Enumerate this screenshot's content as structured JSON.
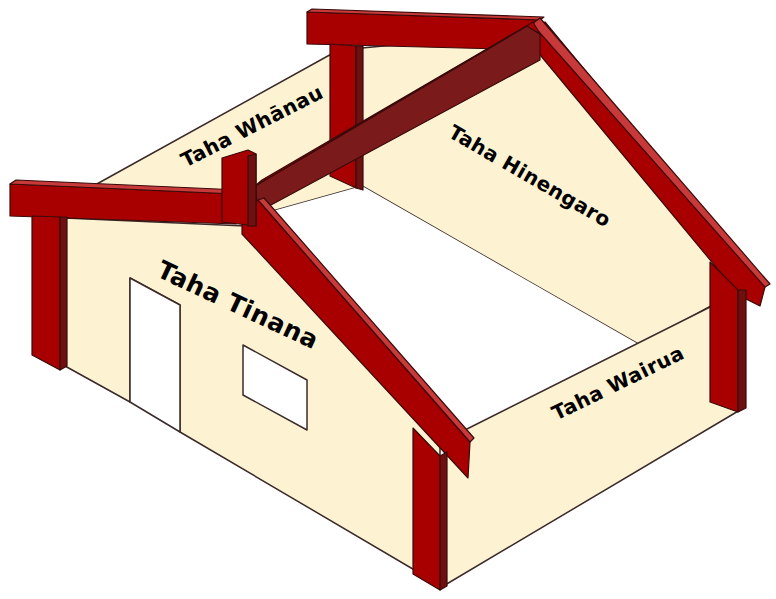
{
  "diagram": {
    "labels": [
      "Taha Whānau",
      "Taha Hinengaro",
      "Taha Tinana",
      "Taha Wairua"
    ]
  }
}
